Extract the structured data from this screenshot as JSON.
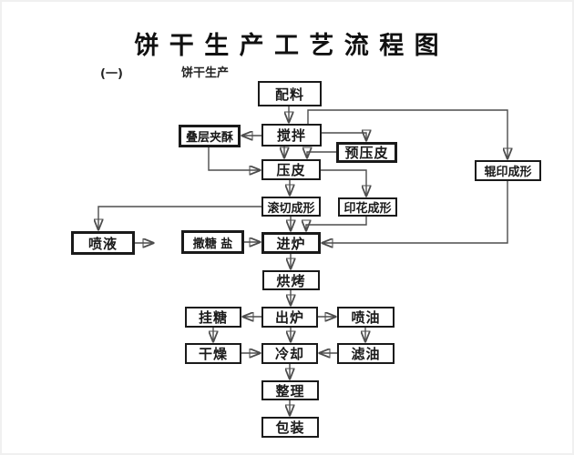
{
  "title": "饼 干 生 产 工 艺 流 程 图",
  "section": {
    "marker": "(一)",
    "label": "饼干生产"
  },
  "nodes": {
    "peiliao": {
      "label": "配料"
    },
    "jiaoban": {
      "label": "搅拌"
    },
    "dieceng": {
      "label": "叠层夹酥"
    },
    "yuyapi": {
      "label": "预压皮"
    },
    "yapi": {
      "label": "压皮"
    },
    "gunqie": {
      "label": "滚切成形"
    },
    "yinhua": {
      "label": "印花成形"
    },
    "gunyin": {
      "label": "辊印成形"
    },
    "penye": {
      "label": "喷液"
    },
    "satang": {
      "label": "撒糖 盐"
    },
    "jinlu": {
      "label": "进炉"
    },
    "hongkao": {
      "label": "烘烤"
    },
    "guatang": {
      "label": "挂糖"
    },
    "chulu": {
      "label": "出炉"
    },
    "penyou": {
      "label": "喷油"
    },
    "ganzao": {
      "label": "干燥"
    },
    "lengque": {
      "label": "冷却"
    },
    "lvyou": {
      "label": "滤油"
    },
    "zhengli": {
      "label": "整理"
    },
    "baozhuang": {
      "label": "包装"
    }
  },
  "edges": [
    {
      "from": "配料",
      "to": "搅拌"
    },
    {
      "from": "搅拌",
      "to": "叠层夹酥"
    },
    {
      "from": "搅拌",
      "to": "压皮"
    },
    {
      "from": "搅拌",
      "to": "预压皮"
    },
    {
      "from": "搅拌",
      "to": "辊印成形"
    },
    {
      "from": "预压皮",
      "to": "压皮"
    },
    {
      "from": "叠层夹酥",
      "to": "压皮"
    },
    {
      "from": "压皮",
      "to": "滚切成形"
    },
    {
      "from": "压皮",
      "to": "印花成形"
    },
    {
      "from": "滚切成形",
      "to": "进炉"
    },
    {
      "from": "滚切成形",
      "to": "喷液"
    },
    {
      "from": "印花成形",
      "to": "进炉"
    },
    {
      "from": "喷液",
      "to": "撒糖 盐"
    },
    {
      "from": "撒糖 盐",
      "to": "进炉"
    },
    {
      "from": "辊印成形",
      "to": "进炉"
    },
    {
      "from": "进炉",
      "to": "烘烤"
    },
    {
      "from": "烘烤",
      "to": "出炉"
    },
    {
      "from": "出炉",
      "to": "挂糖"
    },
    {
      "from": "出炉",
      "to": "喷油"
    },
    {
      "from": "出炉",
      "to": "冷却"
    },
    {
      "from": "挂糖",
      "to": "干燥"
    },
    {
      "from": "喷油",
      "to": "滤油"
    },
    {
      "from": "干燥",
      "to": "冷却"
    },
    {
      "from": "滤油",
      "to": "冷却"
    },
    {
      "from": "冷却",
      "to": "整理"
    },
    {
      "from": "整理",
      "to": "包装"
    }
  ],
  "colors": {
    "background": "#ffffff",
    "box_border": "#1a1a1a",
    "text": "#1a1a1a",
    "line": "#4d4d4d"
  }
}
